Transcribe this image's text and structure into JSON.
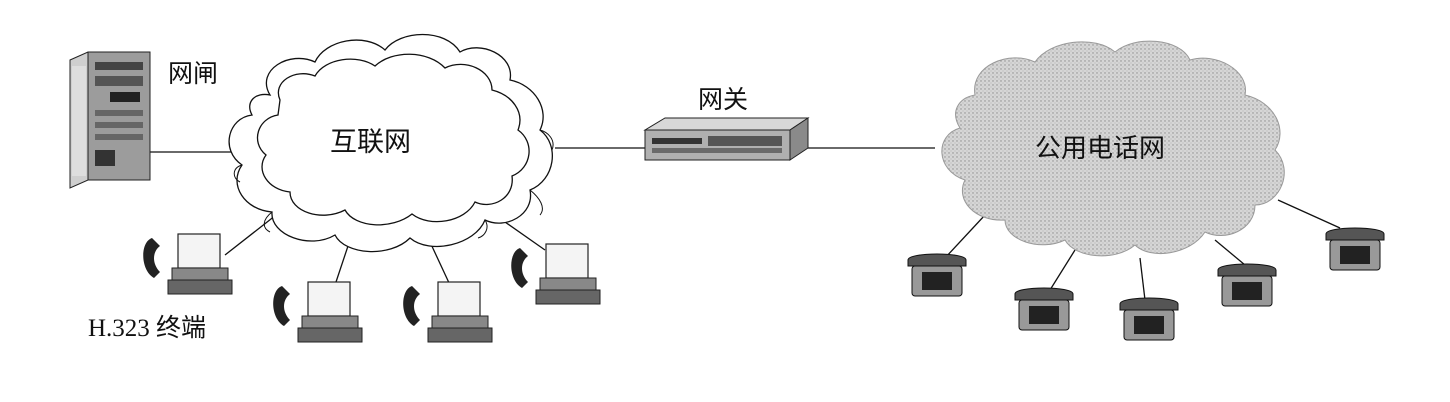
{
  "labels": {
    "gatekeeper": "网闸",
    "internet": "互联网",
    "gateway": "网关",
    "pstn": "公用电话网",
    "terminal": "H.323 终端"
  },
  "colors": {
    "line": "#111111",
    "pstn_fill": "#d4d4d4",
    "device_fill": "#bdbdbd",
    "device_dark": "#3a3a3a"
  }
}
